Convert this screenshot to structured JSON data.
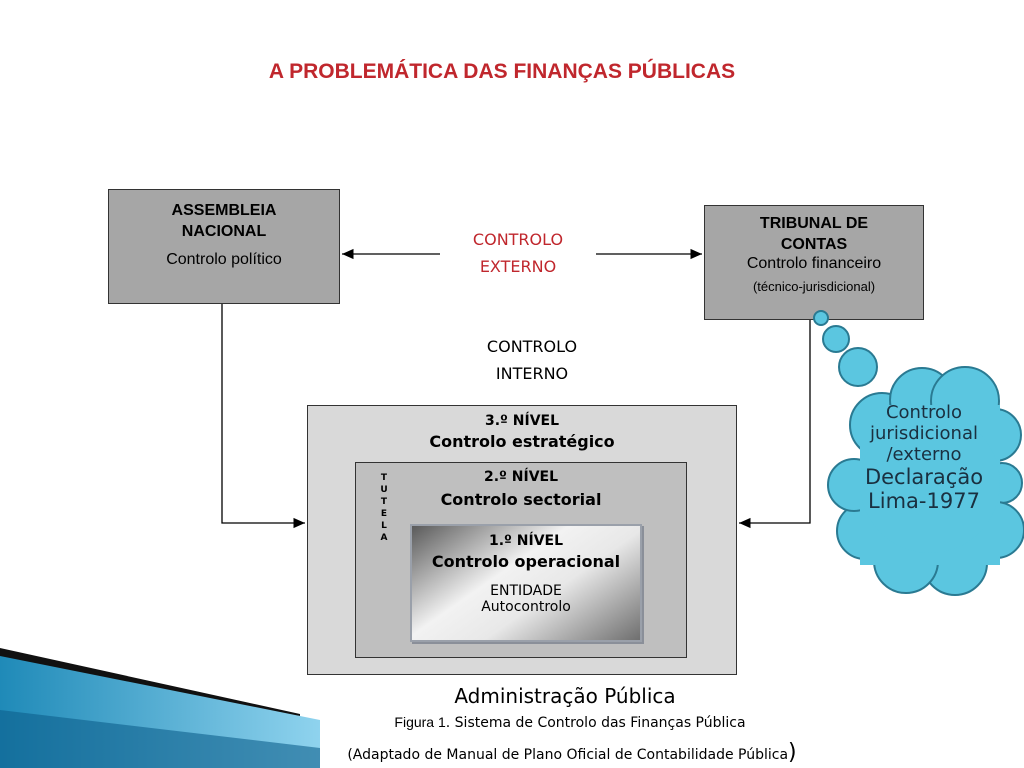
{
  "title": "A PROBLEMÁTICA DAS FINANÇAS PÚBLICAS",
  "assembleia": {
    "title_line1": "ASSEMBLEIA",
    "title_line2": "NACIONAL",
    "subtitle": "Controlo político"
  },
  "tribunal": {
    "title_line1": "TRIBUNAL DE",
    "title_line2": "CONTAS",
    "subtitle": "Controlo financeiro",
    "note": "(técnico-jurisdicional)"
  },
  "controlo_externo": {
    "line1": "CONTROLO",
    "line2": "EXTERNO"
  },
  "controlo_interno": {
    "line1": "CONTROLO",
    "line2": "INTERNO"
  },
  "nivel3": {
    "num": "3.º NÍVEL",
    "name": "Controlo estratégico"
  },
  "nivel2": {
    "num": "2.º NÍVEL",
    "name": "Controlo sectorial"
  },
  "nivel1": {
    "num": "1.º NÍVEL",
    "name": "Controlo operacional",
    "entity": "ENTIDADE",
    "auto": "Autocontrolo"
  },
  "tutela": [
    "T",
    "U",
    "T",
    "E",
    "L",
    "A"
  ],
  "cloud": {
    "line1": "Controlo",
    "line2": "jurisdicional",
    "line3": "/externo",
    "line4": "Declaração",
    "line5": "Lima-1977"
  },
  "footer": {
    "admin": "Administração Pública",
    "figure_label": "Figura 1",
    "figure_caption": ". Sistema de Controlo das Finanças Pública",
    "source": "(Adaptado de Manual de Plano Oficial de Contabilidade Pública",
    "source_close": ")"
  },
  "colors": {
    "title_red": "#c0272d",
    "box_gray": "#a6a6a6",
    "cloud_fill": "#5bc6e0",
    "cloud_stroke": "#2a7a92",
    "swoosh_blue": "#1f8ab8"
  }
}
